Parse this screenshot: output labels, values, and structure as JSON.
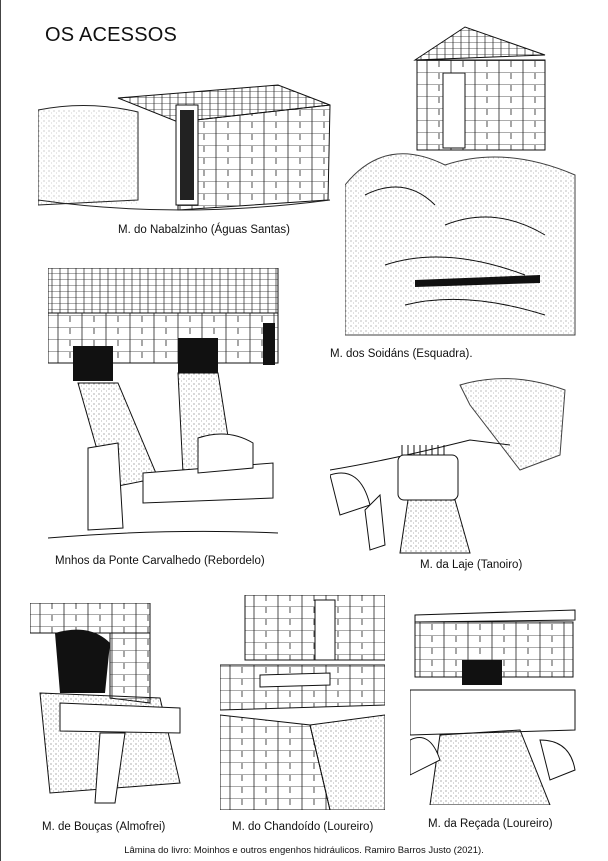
{
  "title": "OS ACESSOS",
  "figures": [
    {
      "caption": "M. do Nabalzinho (Águas Santas)"
    },
    {
      "caption": "M. dos Soidáns (Esquadra)."
    },
    {
      "caption": "Mnhos da Ponte Carvalhedo (Rebordelo)"
    },
    {
      "caption": "M. da Laje (Tanoiro)"
    },
    {
      "caption": "M. de Bouças (Almofrei)"
    },
    {
      "caption": "M. do Chandoído (Loureiro)"
    },
    {
      "caption": "M. da Reçada (Loureiro)"
    }
  ],
  "footer": "Lâmina do livro: Moinhos e outros engenhos hidráulicos. Ramiro Barros Justo (2021)."
}
